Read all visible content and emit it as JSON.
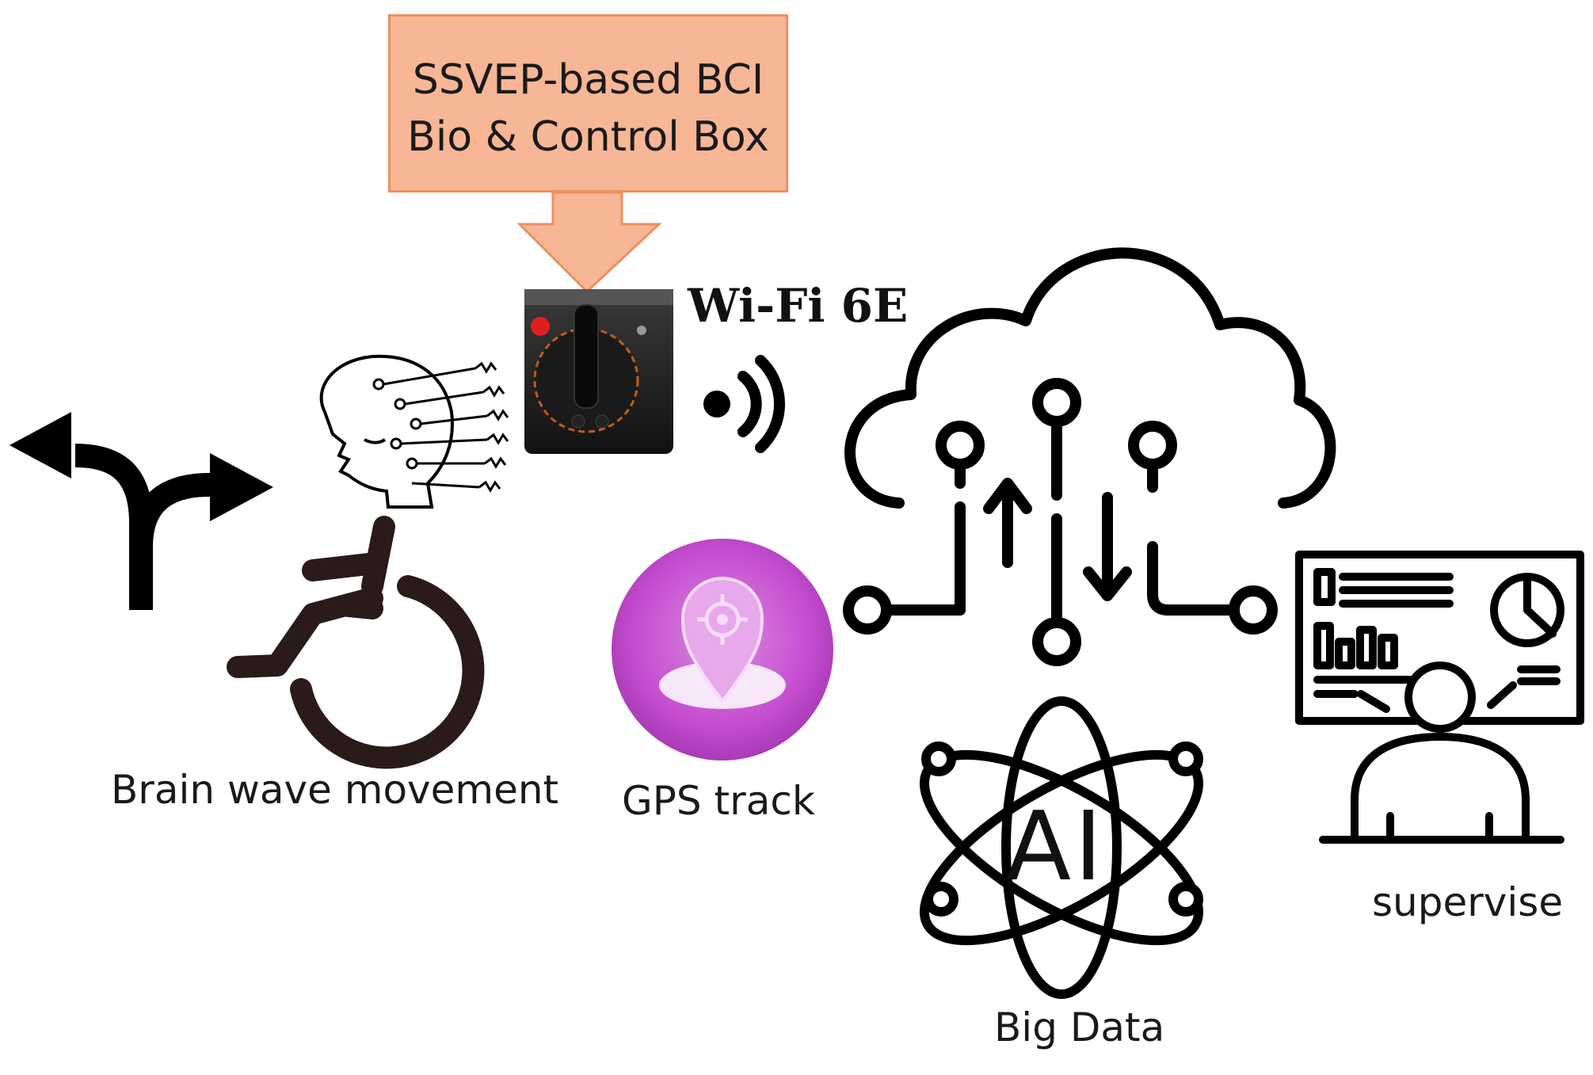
{
  "bci_box": {
    "line1": "SSVEP-based BCI",
    "line2": "Bio & Control Box",
    "fill": "#f7b695",
    "border": "#ef8f5f"
  },
  "wifi": {
    "label": "Wi-Fi 6E"
  },
  "brain": {
    "label": "Brain wave movement"
  },
  "gps": {
    "label": "GPS track",
    "color": "#c64fd0"
  },
  "cloud": {
    "ai_text": "AI",
    "label": "Big Data"
  },
  "supervise": {
    "label": "supervise"
  },
  "icons": [
    "direction-arrows-icon",
    "head-eeg-icon",
    "wheelchair-icon",
    "joystick-icon",
    "wireless-signal-icon",
    "gps-pin-icon",
    "cloud-circuit-icon",
    "ai-atom-icon",
    "monitor-dashboard-icon"
  ]
}
